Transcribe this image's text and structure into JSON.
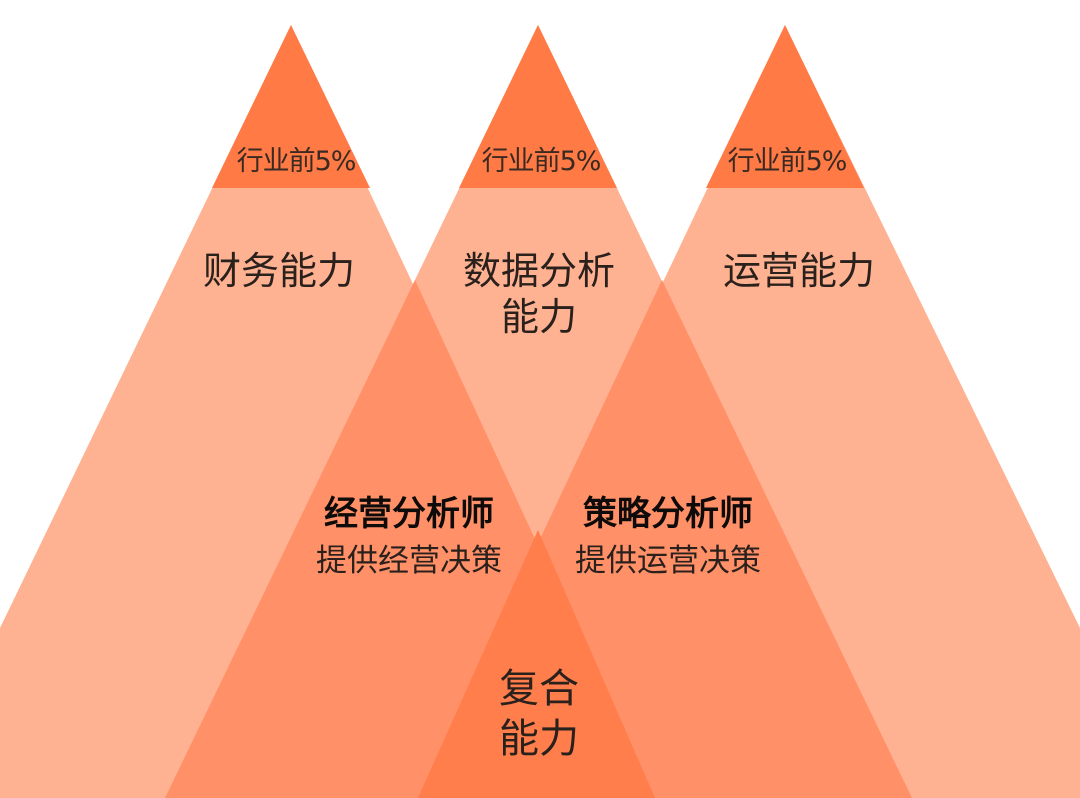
{
  "colors": {
    "background": "#ffffff",
    "mountain": "#ffb292",
    "overlap_two": "#ff9068",
    "overlap_three": "#ff7e4c",
    "peak": "#ff7a45"
  },
  "peaks": [
    {
      "label": "行业前5%"
    },
    {
      "label": "行业前5%"
    },
    {
      "label": "行业前5%"
    }
  ],
  "abilities": [
    {
      "lines": [
        "财务能力"
      ]
    },
    {
      "lines": [
        "数据分析",
        "能力"
      ]
    },
    {
      "lines": [
        "运营能力"
      ]
    }
  ],
  "roles": [
    {
      "title": "经营分析师",
      "desc": "提供经营决策"
    },
    {
      "title": "策略分析师",
      "desc": "提供运营决策"
    }
  ],
  "center": {
    "lines": [
      "复合",
      "能力"
    ]
  }
}
